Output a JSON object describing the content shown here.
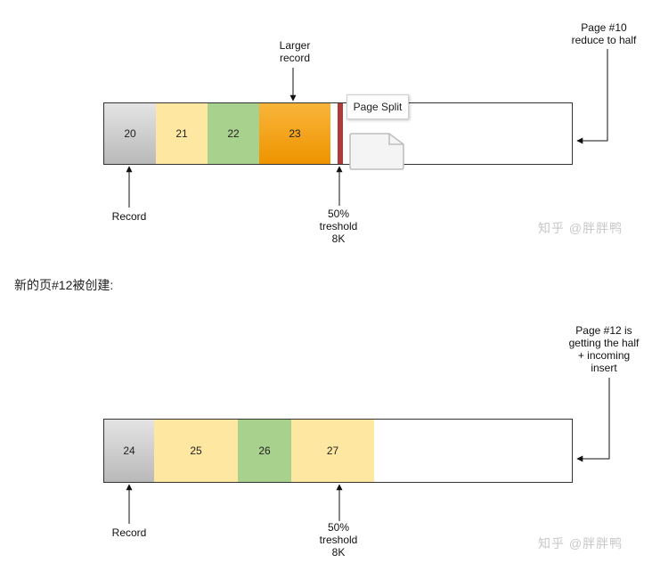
{
  "diagram1": {
    "cells": [
      {
        "label": "20",
        "color": "#d0d0d0"
      },
      {
        "label": "21",
        "color": "#fde7a1"
      },
      {
        "label": "22",
        "color": "#a9d18e"
      },
      {
        "label": "23",
        "color": "#f5a623"
      }
    ],
    "top_label_line1": "Larger",
    "top_label_line2": "record",
    "right_label_line1": "Page #10",
    "right_label_line2": "reduce to half",
    "page_split_label": "Page Split",
    "record_label": "Record",
    "threshold_line1": "50%",
    "threshold_line2": "treshold",
    "threshold_line3": "8K",
    "watermark": "知乎 @胖胖鸭"
  },
  "caption": "新的页#12被创建:",
  "diagram2": {
    "cells": [
      {
        "label": "24",
        "color": "#d0d0d0"
      },
      {
        "label": "25",
        "color": "#fde7a1"
      },
      {
        "label": "26",
        "color": "#a9d18e"
      },
      {
        "label": "27",
        "color": "#fde7a1"
      }
    ],
    "right_label_line1": "Page #12 is",
    "right_label_line2": "getting the half",
    "right_label_line3": "+ incoming",
    "right_label_line4": "insert",
    "record_label": "Record",
    "threshold_line1": "50%",
    "threshold_line2": "treshold",
    "threshold_line3": "8K",
    "watermark": "知乎 @胖胖鸭"
  }
}
